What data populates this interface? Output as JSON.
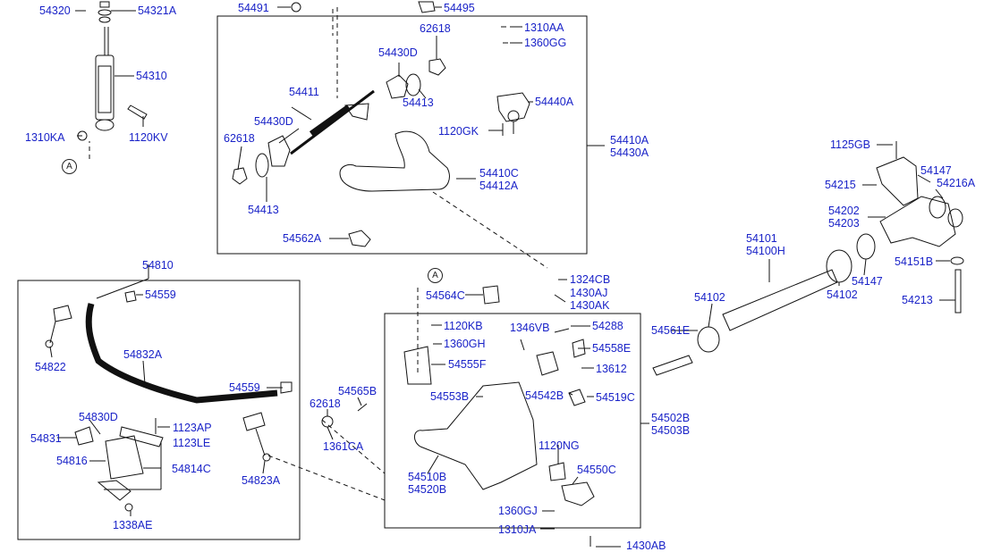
{
  "labels": {
    "l54320": "54320",
    "l54321A": "54321A",
    "l54310": "54310",
    "l1310KA": "1310KA",
    "l1120KV": "1120KV",
    "l54491": "54491",
    "l54495": "54495",
    "l62618a": "62618",
    "l1310AA": "1310AA",
    "l1360GG": "1360GG",
    "l54430Da": "54430D",
    "l54411": "54411",
    "l54413a": "54413",
    "l54440A": "54440A",
    "l54430Db": "54430D",
    "l62618b": "62618",
    "l1120GK": "1120GK",
    "l54410A": "54410A\n54430A",
    "l54410C": "54410C\n54412A",
    "l54413b": "54413",
    "l54562A": "54562A",
    "l1125GB": "1125GB",
    "l54147a": "54147",
    "l54215": "54215",
    "l54216A": "54216A",
    "l54202": "54202\n54203",
    "l54101": "54101\n54100H",
    "l54151B": "54151B",
    "l54147b": "54147",
    "l54102a": "54102",
    "l54102b": "54102",
    "l54213": "54213",
    "l1324CB": "1324CB",
    "l1430AJ": "1430AJ\n1430AK",
    "l54810": "54810",
    "l54559a": "54559",
    "l54564C": "54564C",
    "l1120KB": "1120KB",
    "l1360GH": "1360GH",
    "l54555F": "54555F",
    "l1346VB": "1346VB",
    "l54288": "54288",
    "l54558E": "54558E",
    "l13612": "13612",
    "l54561E": "54561E",
    "l54822": "54822",
    "l54832A": "54832A",
    "l54559b": "54559",
    "l54565B": "54565B",
    "l62618c": "62618",
    "l54553B": "54553B",
    "l54542B": "54542B",
    "l54519C": "54519C",
    "l54502B": "54502B\n54503B",
    "l54830D": "54830D",
    "l1123AP": "1123AP",
    "l1123LE": "1123LE",
    "l54831": "54831",
    "l1361CA": "1361CA",
    "l1120NG": "1120NG",
    "l54816": "54816",
    "l54814C": "54814C",
    "l54510B": "54510B\n54520B",
    "l54550C": "54550C",
    "l54823A": "54823A",
    "l1360GJ": "1360GJ",
    "l1338AE": "1338AE",
    "l1310JA": "1310JA",
    "l1430AB": "1430AB"
  },
  "callouts": {
    "a1": "A",
    "a2": "A"
  }
}
